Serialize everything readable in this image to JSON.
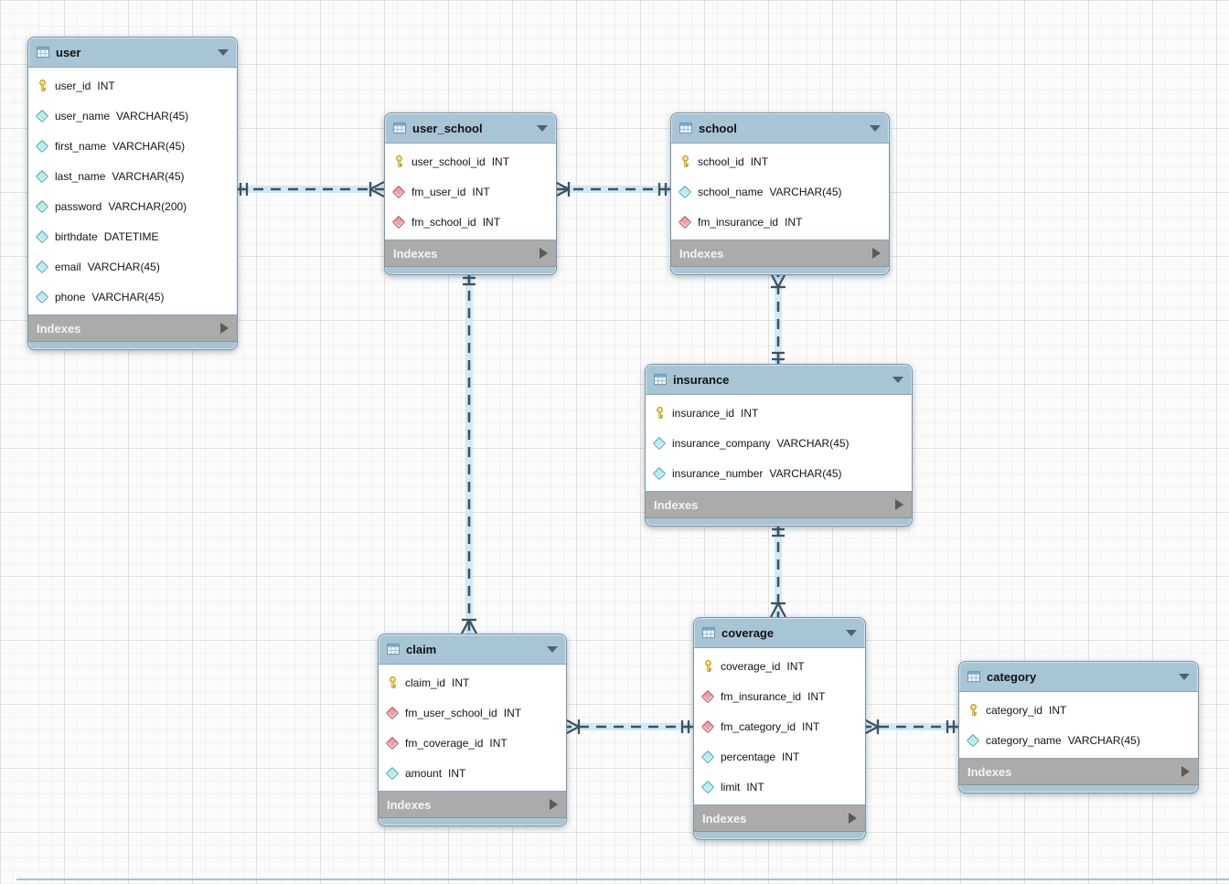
{
  "diagram": {
    "footer_label": "Indexes",
    "tables": [
      {
        "name": "user",
        "columns": [
          {
            "key": "primary",
            "name": "user_id",
            "type": "INT"
          },
          {
            "key": "attribute",
            "name": "user_name",
            "type": "VARCHAR(45)"
          },
          {
            "key": "attribute",
            "name": "first_name",
            "type": "VARCHAR(45)"
          },
          {
            "key": "attribute",
            "name": "last_name",
            "type": "VARCHAR(45)"
          },
          {
            "key": "attribute",
            "name": "password",
            "type": "VARCHAR(200)"
          },
          {
            "key": "attribute",
            "name": "birthdate",
            "type": "DATETIME"
          },
          {
            "key": "attribute",
            "name": "email",
            "type": "VARCHAR(45)"
          },
          {
            "key": "attribute",
            "name": "phone",
            "type": "VARCHAR(45)"
          }
        ]
      },
      {
        "name": "user_school",
        "columns": [
          {
            "key": "primary",
            "name": "user_school_id",
            "type": "INT"
          },
          {
            "key": "foreign",
            "name": "fm_user_id",
            "type": "INT"
          },
          {
            "key": "foreign",
            "name": "fm_school_id",
            "type": "INT"
          }
        ]
      },
      {
        "name": "school",
        "columns": [
          {
            "key": "primary",
            "name": "school_id",
            "type": "INT"
          },
          {
            "key": "attribute",
            "name": "school_name",
            "type": "VARCHAR(45)"
          },
          {
            "key": "foreign",
            "name": "fm_insurance_id",
            "type": "INT"
          }
        ]
      },
      {
        "name": "insurance",
        "columns": [
          {
            "key": "primary",
            "name": "insurance_id",
            "type": "INT"
          },
          {
            "key": "attribute",
            "name": "insurance_company",
            "type": "VARCHAR(45)"
          },
          {
            "key": "attribute",
            "name": "insurance_number",
            "type": "VARCHAR(45)"
          }
        ]
      },
      {
        "name": "claim",
        "columns": [
          {
            "key": "primary",
            "name": "claim_id",
            "type": "INT"
          },
          {
            "key": "foreign",
            "name": "fm_user_school_id",
            "type": "INT"
          },
          {
            "key": "foreign",
            "name": "fm_coverage_id",
            "type": "INT"
          },
          {
            "key": "attribute",
            "name": "amount",
            "type": "INT"
          }
        ]
      },
      {
        "name": "coverage",
        "columns": [
          {
            "key": "primary",
            "name": "coverage_id",
            "type": "INT"
          },
          {
            "key": "foreign",
            "name": "fm_insurance_id",
            "type": "INT"
          },
          {
            "key": "foreign",
            "name": "fm_category_id",
            "type": "INT"
          },
          {
            "key": "attribute",
            "name": "percentage",
            "type": "INT"
          },
          {
            "key": "attribute",
            "name": "limit",
            "type": "INT"
          }
        ]
      },
      {
        "name": "category",
        "columns": [
          {
            "key": "primary",
            "name": "category_id",
            "type": "INT"
          },
          {
            "key": "attribute",
            "name": "category_name",
            "type": "VARCHAR(45)"
          }
        ]
      }
    ],
    "relations": [
      {
        "from": "user",
        "to": "user_school",
        "from_cardinality": "one",
        "to_cardinality": "many",
        "line": "dashed"
      },
      {
        "from": "school",
        "to": "user_school",
        "from_cardinality": "one",
        "to_cardinality": "many",
        "line": "dashed"
      },
      {
        "from": "insurance",
        "to": "school",
        "from_cardinality": "one",
        "to_cardinality": "many",
        "line": "dashed"
      },
      {
        "from": "insurance",
        "to": "coverage",
        "from_cardinality": "one",
        "to_cardinality": "many",
        "line": "dashed"
      },
      {
        "from": "user_school",
        "to": "claim",
        "from_cardinality": "one",
        "to_cardinality": "many",
        "line": "dashed"
      },
      {
        "from": "coverage",
        "to": "claim",
        "from_cardinality": "one",
        "to_cardinality": "many",
        "line": "dashed"
      },
      {
        "from": "category",
        "to": "coverage",
        "from_cardinality": "one",
        "to_cardinality": "many",
        "line": "dashed"
      }
    ],
    "colors": {
      "table_header": "#a8c5d6",
      "table_body": "#ffffff",
      "indexes_bar": "#ababab",
      "connector": "#3d5360",
      "connector_glow": "#cfe9f7",
      "primary_key_icon": "#ffd84d",
      "attribute_icon": "#b7ecf0",
      "foreign_key_icon": "#e9a1a1"
    }
  }
}
